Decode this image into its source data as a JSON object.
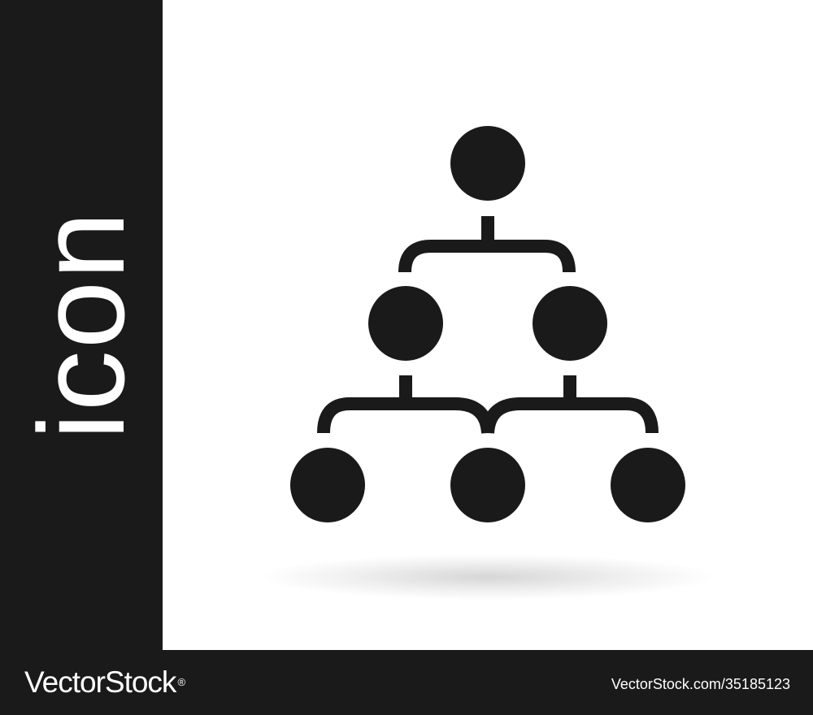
{
  "side_label": {
    "text": "icon"
  },
  "icon": {
    "name": "hierarchy-icon",
    "color": "#1a1a1a"
  },
  "footer": {
    "brand": "VectorStock",
    "registered_mark": "®",
    "image_id": "VectorStock.com/35185123"
  },
  "colors": {
    "band": "#1a1a1a",
    "background": "#ffffff",
    "text": "#ffffff"
  }
}
